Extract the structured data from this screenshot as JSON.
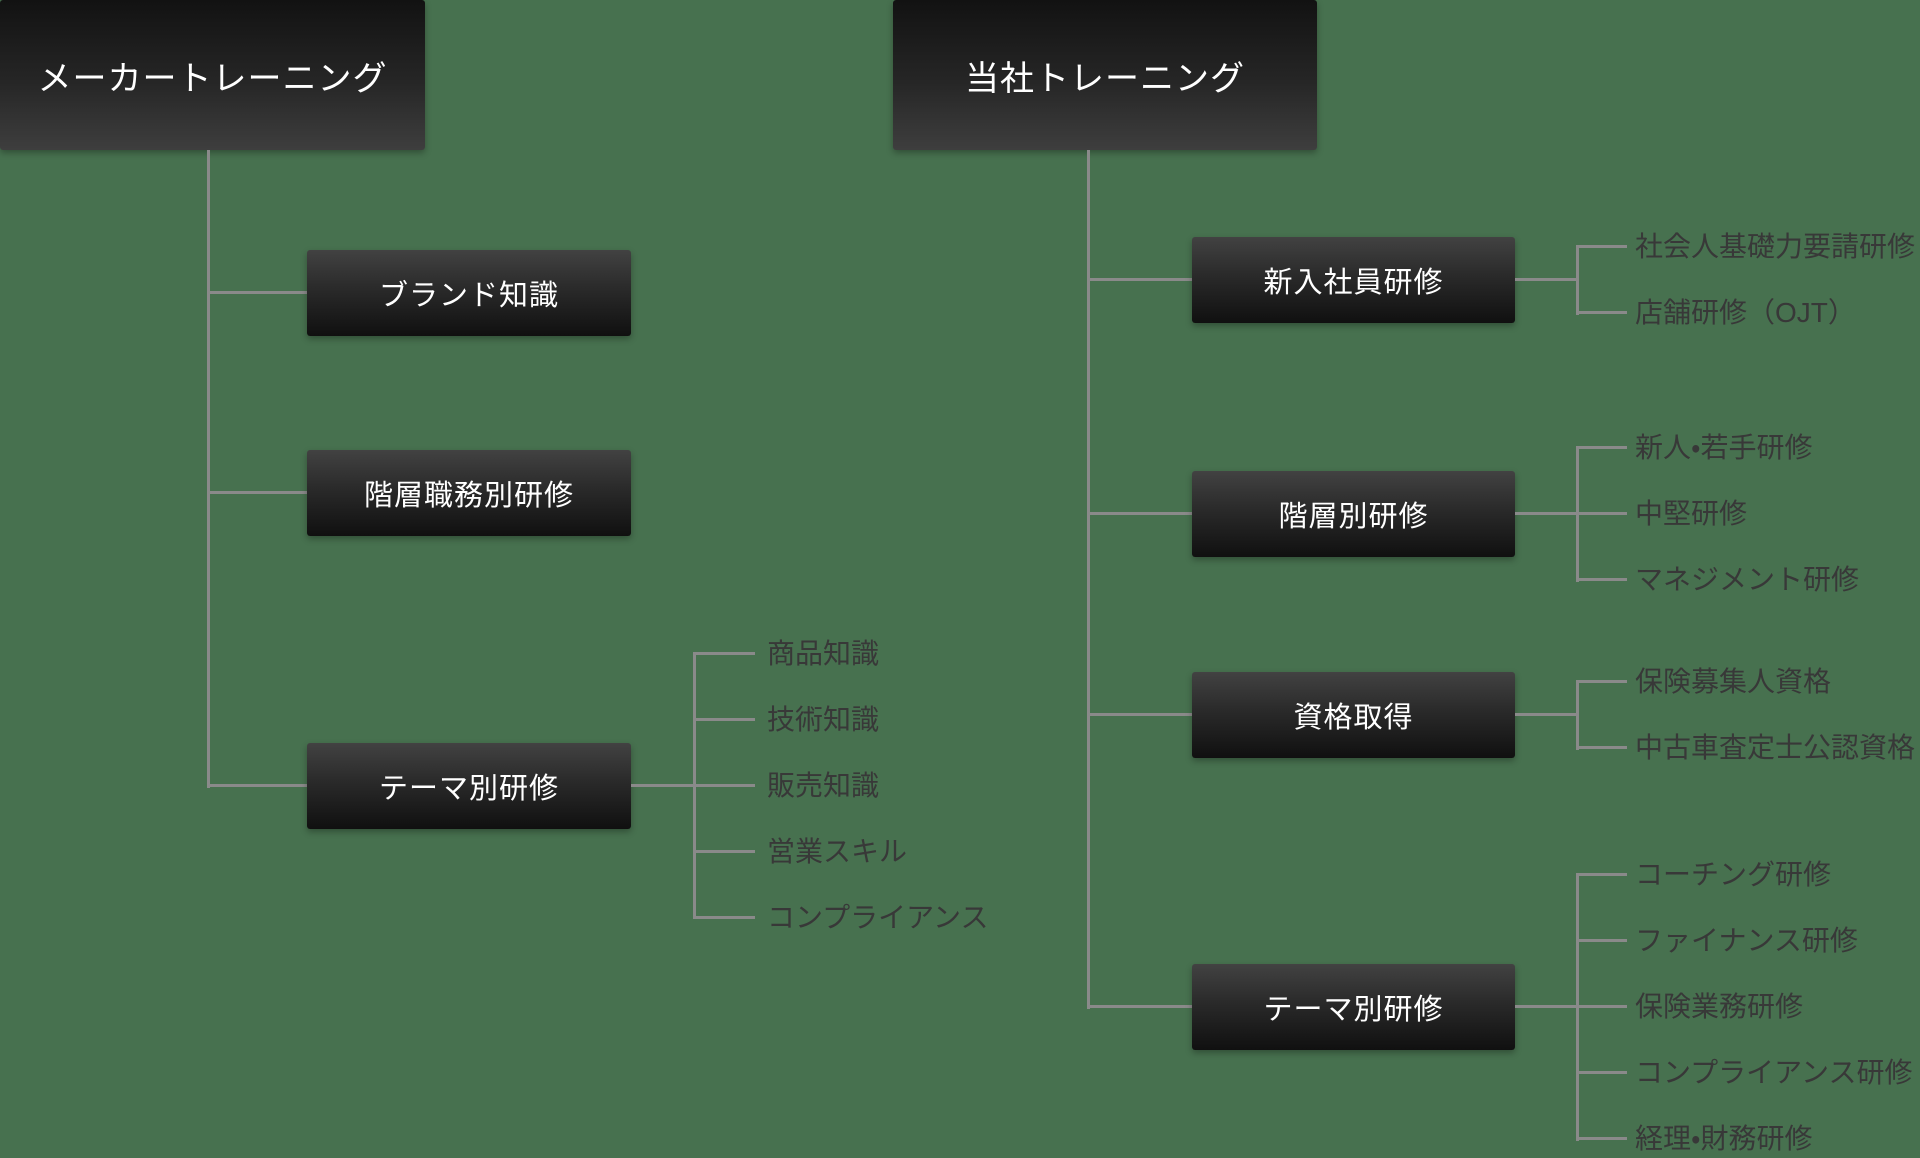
{
  "diagram": {
    "type": "org-tree",
    "background_color": "#47714F",
    "connector_color": "#8A8A8A",
    "root_box_text_color": "#FFFFFF",
    "branch_box_text_color": "#FFFFFF",
    "leaf_text_color": "#383838",
    "root_box_gradient": [
      "#121212",
      "#3E3E3E"
    ],
    "branch_box_gradient": [
      "#424242",
      "#101010"
    ],
    "trees": [
      {
        "root": "メーカートレーニング",
        "branches": [
          {
            "label": "ブランド知識",
            "children": []
          },
          {
            "label": "階層職務別研修",
            "children": []
          },
          {
            "label": "テーマ別研修",
            "children": [
              "商品知識",
              "技術知識",
              "販売知識",
              "営業スキル",
              "コンプライアンス"
            ]
          }
        ]
      },
      {
        "root": "当社トレーニング",
        "branches": [
          {
            "label": "新入社員研修",
            "children": [
              "社会人基礎力要請研修",
              "店舗研修（OJT）"
            ]
          },
          {
            "label": "階層別研修",
            "children": [
              "新人・若手研修",
              "中堅研修",
              "マネジメント研修"
            ]
          },
          {
            "label": "資格取得",
            "children": [
              "保険募集人資格",
              "中古車査定士公認資格"
            ]
          },
          {
            "label": "テーマ別研修",
            "children": [
              "コーチング研修",
              "ファイナンス研修",
              "保険業務研修",
              "コンプライアンス研修",
              "経理・財務研修"
            ]
          }
        ]
      }
    ]
  }
}
